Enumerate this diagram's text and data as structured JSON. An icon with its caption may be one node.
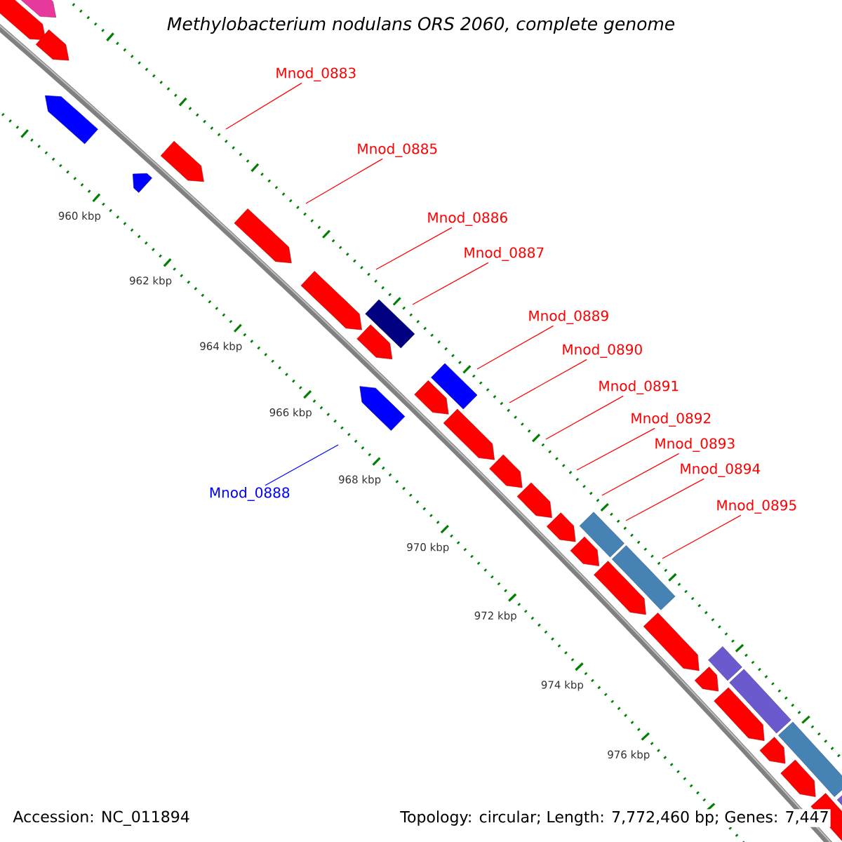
{
  "diagram": {
    "title": "Methylobacterium nodulans ORS 2060, complete genome",
    "nodes": [
      {
        "text": [
          "Mnod_0883"
        ]
      },
      {
        "text": [
          "Mnod_0885"
        ]
      },
      {
        "text": [
          "Mnod_0886"
        ]
      },
      {
        "text": [
          "Mnod_0887"
        ]
      },
      {
        "text": [
          "Mnod_0889"
        ]
      },
      {
        "text": [
          "Mnod_0890"
        ]
      },
      {
        "text": [
          "Mnod_0891"
        ]
      },
      {
        "text": [
          "Mnod_0892"
        ]
      },
      {
        "text": [
          "Mnod_0893"
        ]
      },
      {
        "text": [
          "Mnod_0894"
        ]
      },
      {
        "text": [
          "Mnod_0888"
        ]
      },
      {
        "text": [
          "Mnod_0895"
        ]
      }
    ],
    "edges": [
      {
        "from": 0,
        "to": null,
        "arrow": "none"
      },
      {
        "from": 1,
        "to": null,
        "arrow": "none"
      },
      {
        "from": 2,
        "to": null,
        "arrow": "none"
      },
      {
        "from": 3,
        "to": null,
        "arrow": "none"
      },
      {
        "from": 4,
        "to": null,
        "arrow": "none"
      },
      {
        "from": 5,
        "to": null,
        "arrow": "none"
      },
      {
        "from": 6,
        "to": null,
        "arrow": "none"
      },
      {
        "from": 7,
        "to": null,
        "arrow": "none"
      },
      {
        "from": 8,
        "to": null,
        "arrow": "none"
      },
      {
        "from": 9,
        "to": null,
        "arrow": "none"
      },
      {
        "from": 10,
        "to": null,
        "arrow": "none",
        "color": "#0000ff"
      },
      {
        "from": 11,
        "to": null,
        "arrow": "none"
      }
    ],
    "labels": [
      "960 kbp",
      "962 kbp",
      "964 kbp",
      "966 kbp",
      "968 kbp",
      "970 kbp",
      "972 kbp",
      "974 kbp",
      "976 kbp",
      "Accession: NC_011894",
      "Topology: circular; Length: 7,772,460 bp; Genes: 7,447"
    ]
  }
}
